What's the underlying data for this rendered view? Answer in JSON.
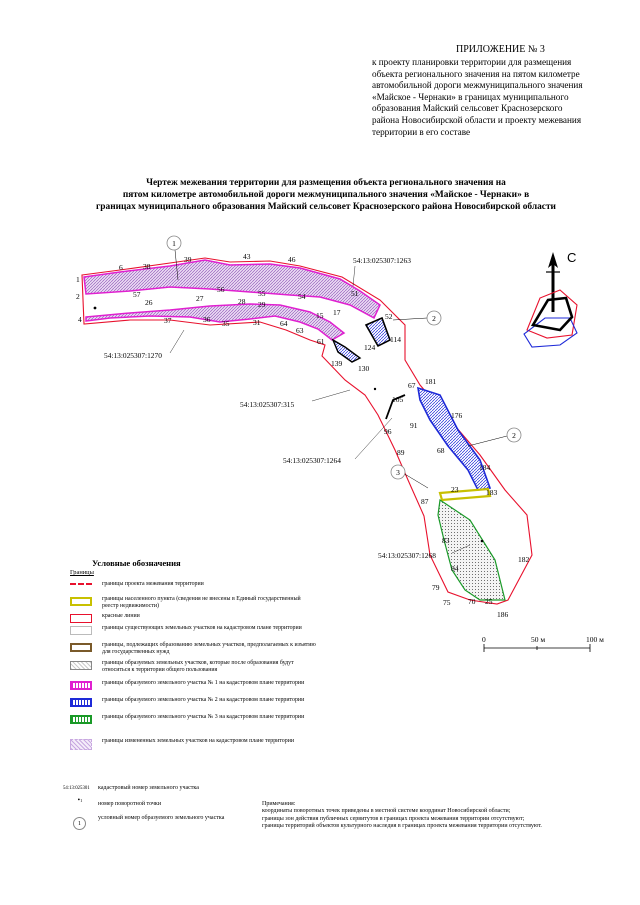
{
  "appendix": {
    "title": "ПРИЛОЖЕНИЕ № 3",
    "lines": [
      "к проекту  планировки  территории  для  размещения",
      "объекта регионального значения на  пятом километре",
      "автомобильной дороги межмуниципального значения",
      "«Майское - Чернаки»  в  границах  муниципального",
      "образования  Майский  сельсовет  Краснозерского",
      "района Новосибирской области и проекту межевания",
      "территории в его составе"
    ]
  },
  "drawing_title": {
    "lines": [
      "Чертеж межевания территории для размещения объекта регионального значения на",
      "пятом километре автомобильной дороги межмуниципального значения  «Майское - Чернаки» в",
      "границах муниципального образования Майский сельсовет Краснозерского района Новосибирской области"
    ]
  },
  "map": {
    "north_label": "С",
    "point_labels": [
      "1",
      "2",
      "4",
      "6",
      "38",
      "39",
      "43",
      "46",
      "57",
      "26",
      "27",
      "56",
      "55",
      "54",
      "51",
      "17",
      "15",
      "37",
      "36",
      "35",
      "28",
      "29",
      "31",
      "64",
      "63",
      "61",
      "52",
      "124",
      "114",
      "139",
      "130",
      "67",
      "181",
      "105",
      "96",
      "91",
      "176",
      "68",
      "89",
      "184",
      "23",
      "183",
      "87",
      "83",
      "182",
      "84",
      "79",
      "75",
      "70",
      "25",
      "186"
    ],
    "cadastral_labels": [
      "54:13:025307:1263",
      "54:13:025307:1270",
      "54:13:025307:315",
      "54:13:025307:1264",
      "54:13:025307:1268"
    ],
    "parcel_circles": [
      "1",
      "2",
      "2",
      "3"
    ],
    "scale_labels": [
      "0",
      "50 м",
      "100 м"
    ]
  },
  "legend": {
    "heading": "Условные обозначения",
    "subheading": "Границы",
    "items": [
      "границы проекта межевания территории",
      "границы населенного пункта (сведения не внесены в Единый государственный реестр недвижимости)",
      "красные линии",
      "границы существующих земельных участков на кадастровом плане территории",
      "границы, подлежащих образованию земельных участков, предполагаемых к изъятию для государственных нужд",
      "границы образуемых земельных участков, которые после образования будут относиться к территории общего пользования",
      "границы образуемого земельного участка № 1 на кадастровом плане территории",
      "границы образуемого земельного участка № 2 на кадастровом плане территории",
      "границы образуемого земельного участка № 3 на кадастровом плане территории",
      "границы измененных земельных участков на кадастровом плане территории"
    ],
    "cadastral_sample": "54:13:025301",
    "cadastral_desc": "кадастровый номер земельного участка",
    "point_sample": "1",
    "point_desc": "номер поворотной точки",
    "circle_sample": "1",
    "circle_desc": "условный номер образуемого земельного участка"
  },
  "notes": {
    "title": "Примечания:",
    "lines": [
      "координаты поворотных точек приведены в местной системе координат Новосибирской области;",
      "границы зон действия публичных сервитутов в границах проекта межевания территории отсутствуют;",
      "границы территорий объектов культурного наследия в границах проекта межевания территории отсутствуют."
    ]
  },
  "colors": {
    "red": "#e8112d",
    "magenta": "#e020d0",
    "blue": "#1e2ad8",
    "green": "#1a9a28",
    "yellow": "#e8e000",
    "hatch": "#c8a8e0"
  }
}
